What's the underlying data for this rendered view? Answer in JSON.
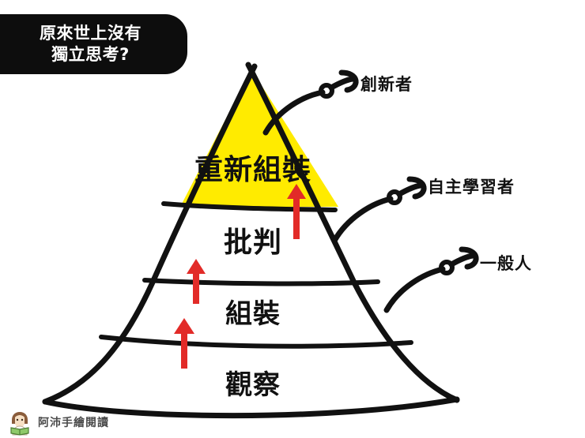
{
  "title_badge": {
    "line1": "原來世上沒有",
    "line2": "獨立思考?",
    "background_color": "#0d0d0d",
    "text_color": "#ffffff"
  },
  "pyramid": {
    "accent_color": "#FFEB00",
    "stroke_color": "#111111",
    "arrow_color": "#E22B28",
    "tiers": [
      {
        "label": "重新組裝",
        "highlighted": "true"
      },
      {
        "label": "批判",
        "highlighted": "false"
      },
      {
        "label": "組裝",
        "highlighted": "false"
      },
      {
        "label": "觀察",
        "highlighted": "false"
      }
    ]
  },
  "annotations": [
    {
      "label": "創新者"
    },
    {
      "label": "自主學習者"
    },
    {
      "label": "一般人"
    }
  ],
  "watermark": {
    "text": "阿沛手繪閱讀"
  }
}
